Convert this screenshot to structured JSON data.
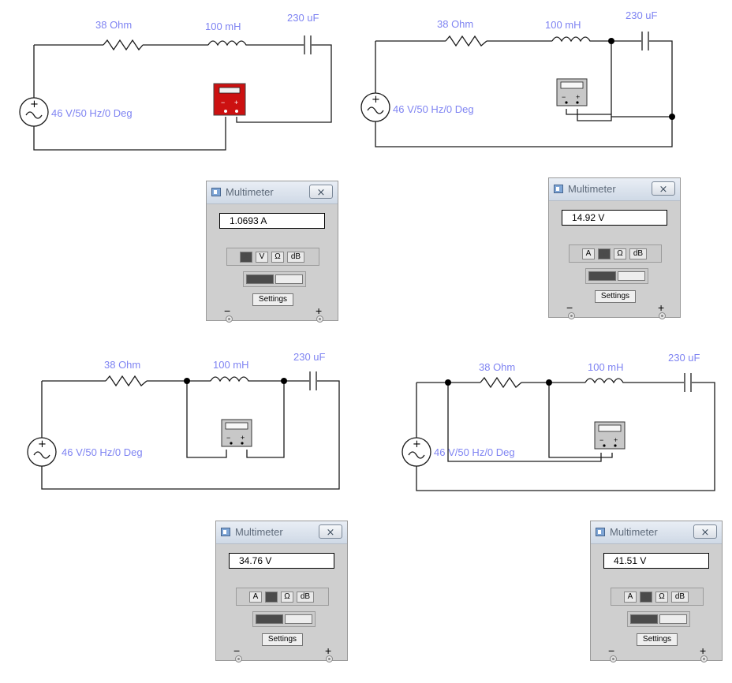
{
  "circuits": [
    {
      "resistor_label": "38  Ohm",
      "inductor_label": "100 mH",
      "capacitor_label": "230 uF",
      "source_label": "46 V/50 Hz/0 Deg",
      "meter": "ammeter"
    },
    {
      "resistor_label": "38  Ohm",
      "inductor_label": "100 mH",
      "capacitor_label": "230 uF",
      "source_label": "46 V/50 Hz/0 Deg",
      "meter": "voltmeter across capacitor"
    },
    {
      "resistor_label": "38  Ohm",
      "inductor_label": "100 mH",
      "capacitor_label": "230 uF",
      "source_label": "46 V/50 Hz/0 Deg",
      "meter": "voltmeter across inductor"
    },
    {
      "resistor_label": "38  Ohm",
      "inductor_label": "100 mH",
      "capacitor_label": "230 uF",
      "source_label": "46 V/50 Hz/0 Deg",
      "meter": "voltmeter across resistor"
    }
  ],
  "multimeters": [
    {
      "title": "Multimeter",
      "close": "⨯",
      "reading": "1.0693  A",
      "active_mode": "A",
      "modes": [
        "A",
        "V",
        "Ω",
        "dB"
      ],
      "settings_label": "Settings",
      "minus": "−",
      "plus": "+"
    },
    {
      "title": "Multimeter",
      "close": "⨯",
      "reading": "14.92  V",
      "active_mode": "V",
      "modes": [
        "A",
        "V",
        "Ω",
        "dB"
      ],
      "settings_label": "Settings",
      "minus": "−",
      "plus": "+"
    },
    {
      "title": "Multimeter",
      "close": "⨯",
      "reading": "34.76  V",
      "active_mode": "V",
      "modes": [
        "A",
        "V",
        "Ω",
        "dB"
      ],
      "settings_label": "Settings",
      "minus": "−",
      "plus": "+"
    },
    {
      "title": "Multimeter",
      "close": "⨯",
      "reading": "41.51  V",
      "active_mode": "V",
      "modes": [
        "A",
        "V",
        "Ω",
        "dB"
      ],
      "settings_label": "Settings",
      "minus": "−",
      "plus": "+"
    }
  ],
  "colors": {
    "label": "#7f84f2",
    "ammeter_body": "#cc1111",
    "meter_body": "#c8c8c8",
    "wire": "#1a1a1a"
  },
  "icons": [
    "ac-source-icon",
    "resistor-icon",
    "inductor-icon",
    "capacitor-icon",
    "multimeter-icon",
    "close-icon",
    "window-app-icon"
  ]
}
